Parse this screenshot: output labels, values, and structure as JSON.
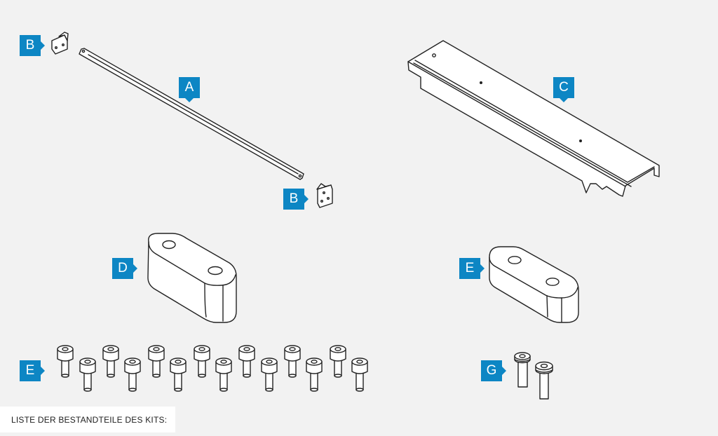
{
  "caption": "LISTE DER BESTANDTEILE DES KITS:",
  "labels": {
    "a": "A",
    "b_top": "B",
    "b_bottom": "B",
    "c": "C",
    "d": "D",
    "e_block": "E",
    "e_screws": "E",
    "g": "G"
  },
  "colors": {
    "tag": "#0d86c4",
    "background": "#f2f2f2"
  }
}
